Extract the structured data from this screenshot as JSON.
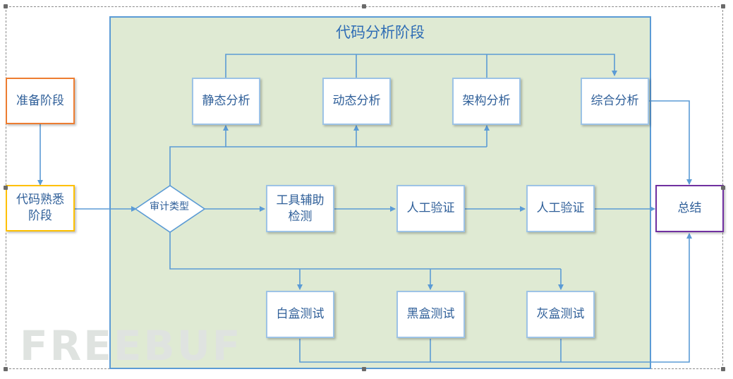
{
  "diagram": {
    "phase_title": "代码分析阶段",
    "nodes": {
      "prep": "准备阶段",
      "familiar": "代码熟悉\n阶段",
      "audit_type": "审计类型",
      "static": "静态分析",
      "dynamic": "动态分析",
      "architecture": "架构分析",
      "comprehensive": "综合分析",
      "tool_assisted": "工具辅助\n检测",
      "manual_verify_1": "人工验证",
      "manual_verify_2": "人工验证",
      "summary": "总结",
      "whitebox": "白盒测试",
      "blackbox": "黑盒测试",
      "graybox": "灰盒测试"
    },
    "watermark": "FREEBUF"
  },
  "colors": {
    "line": "#5b9bd5",
    "phase_fill": "#dfead3",
    "prep_border": "#ed7d31",
    "familiar_border": "#ffc000",
    "summary_border": "#7030a0",
    "node_border": "#9dc3e6",
    "text": "#2f5f99"
  }
}
